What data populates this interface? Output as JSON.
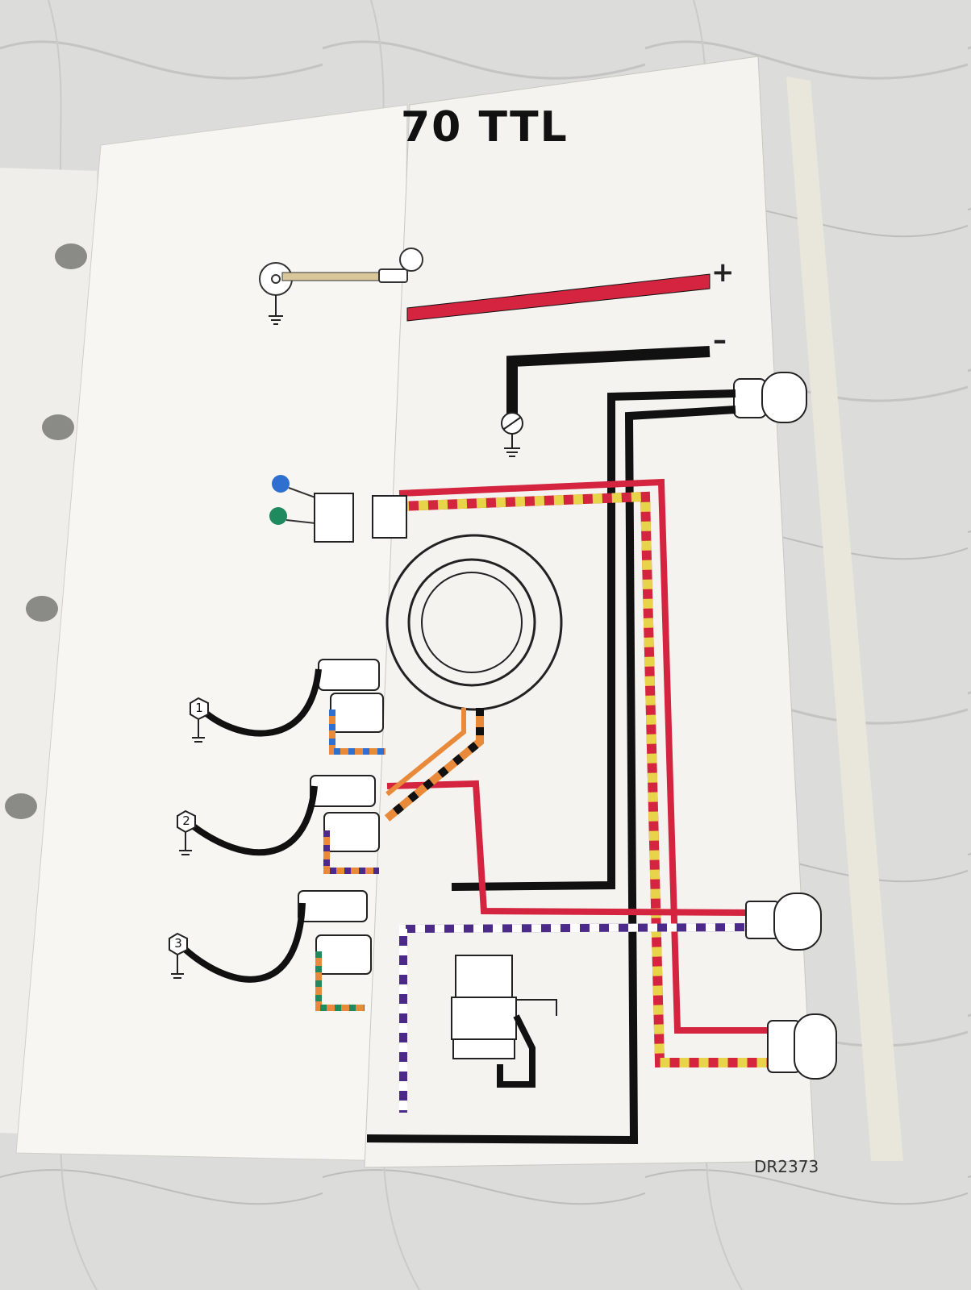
{
  "diagram": {
    "title_fragment": "70 TTL",
    "battery_positive": "+",
    "battery_negative": "–",
    "cylinders": [
      "1",
      "2",
      "3"
    ],
    "figure_code": "DR2373"
  },
  "colors": {
    "background": "#d9d9d7",
    "page": "#f4f3ef",
    "wire_red": "#d4243f",
    "wire_black": "#1a1a1a",
    "wire_yellow": "#e8d44a",
    "wire_purple": "#4b2a8a",
    "wire_orange": "#e88a3a",
    "wire_blue": "#2f6fd0",
    "wire_green": "#1e8a5e",
    "wire_tan": "#d9c79a"
  },
  "icons": [
    "ground-symbol",
    "spark-plug-icon",
    "terminal-icon",
    "coil-icon",
    "switch-icon"
  ]
}
